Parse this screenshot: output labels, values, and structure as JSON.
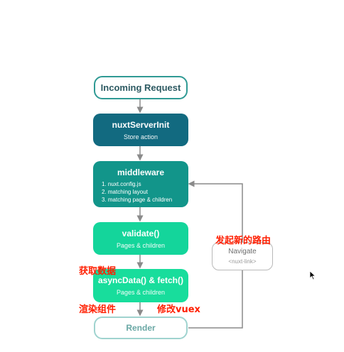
{
  "steps": {
    "incoming": {
      "title": "Incoming Request"
    },
    "server_init": {
      "title": "nuxtServerInit",
      "subtitle": "Store action"
    },
    "middleware": {
      "title": "middleware",
      "items": [
        "1. nuxt.config.js",
        "2. matching layout",
        "3. matching page & children"
      ]
    },
    "validate": {
      "title": "validate()",
      "subtitle": "Pages & children"
    },
    "async_data": {
      "title": "asyncData() & fetch()",
      "subtitle": "Pages & children"
    },
    "render": {
      "title": "Render"
    }
  },
  "navigate": {
    "title": "Navigate",
    "subtitle": "<nuxt-link>"
  },
  "annotations": {
    "new_route": "发起新的路由",
    "fetch_data": "获取数据",
    "render_components": "渲染组件",
    "modify_vuex": "修改vuex"
  },
  "colors": {
    "server_init": "#126a80",
    "middleware": "#12958a",
    "validate": "#14d59b",
    "async_data": "#18dd9c",
    "annotation": "#ff1e00"
  }
}
